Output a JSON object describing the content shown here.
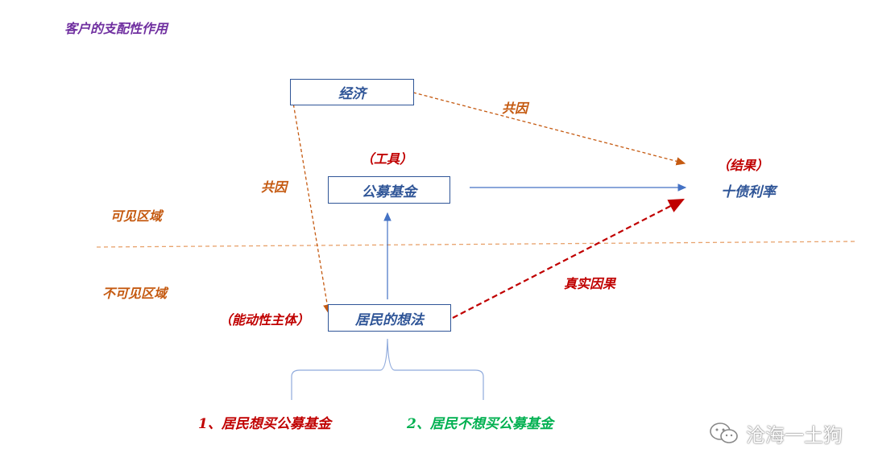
{
  "title": "客户的支配性作用",
  "nodes": {
    "economy": "经济",
    "fund": "公募基金",
    "thought": "居民的想法",
    "result": "十债利率"
  },
  "labels": {
    "tool": "（工具）",
    "result_tag": "（结果）",
    "agent": "（能动性主体）",
    "visible": "可见区域",
    "invisible": "不可见区域",
    "cofactor_top": "共因",
    "cofactor_left": "共因",
    "true_cause": "真实因果"
  },
  "options": {
    "opt1": "1、居民想买公募基金",
    "opt2": "2、居民不想买公募基金"
  },
  "watermark": "沧海一土狗",
  "colors": {
    "title": "#7030a0",
    "box": "#2f5597",
    "orange": "#c55a11",
    "red": "#c00000",
    "green": "#00b050",
    "blue": "#4472c4"
  }
}
